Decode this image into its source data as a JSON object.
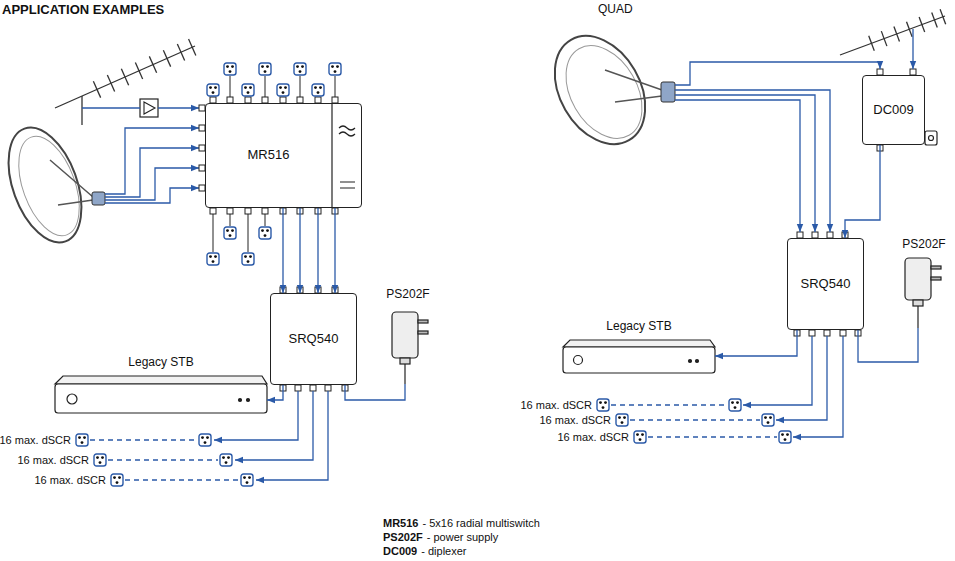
{
  "diagram": {
    "title": "APPLICATION EXAMPLES",
    "nodes": [
      {
        "text": [
          "MR516"
        ]
      },
      {
        "text": [
          "SRQ540"
        ]
      },
      {
        "text": [
          "PS202F"
        ]
      },
      {
        "text": [
          "Legacy STB"
        ]
      },
      {
        "text": [
          "DC009"
        ]
      },
      {
        "text": [
          "SRQ540"
        ]
      },
      {
        "text": [
          "PS202F"
        ]
      },
      {
        "text": [
          "Legacy STB"
        ]
      }
    ],
    "edges": [
      {
        "from": 0,
        "to": 1,
        "arrow": "to"
      },
      {
        "from": 0,
        "to": 1,
        "arrow": "to"
      },
      {
        "from": 0,
        "to": 1,
        "arrow": "to"
      },
      {
        "from": 0,
        "to": 1,
        "arrow": "to"
      },
      {
        "from": 1,
        "to": 3,
        "arrow": "to"
      },
      {
        "from": 1,
        "to": 2,
        "arrow": "none"
      },
      {
        "from": 4,
        "to": 5,
        "arrow": "to"
      },
      {
        "from": 5,
        "to": 7,
        "arrow": "to"
      },
      {
        "from": 5,
        "to": 6,
        "arrow": "none"
      }
    ],
    "labels": [
      "QUAD",
      "16 max. dSCR",
      "16 max. dSCR",
      "16 max. dSCR",
      "16 max. dSCR",
      "16 max. dSCR",
      "16 max. dSCR",
      "MR516",
      "- 5x16 radial multiswitch",
      "PS202F",
      "- power supply",
      "DC009",
      "- diplexer"
    ]
  }
}
